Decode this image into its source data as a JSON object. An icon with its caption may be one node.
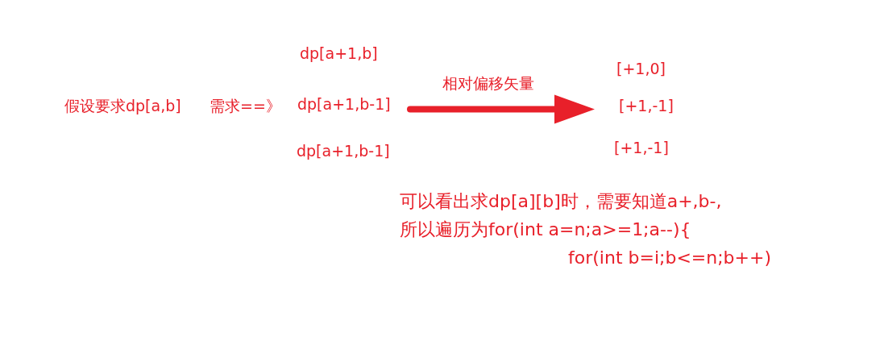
{
  "diagram": {
    "nodes": [
      {
        "text": [
          "dp[a+1,b]"
        ]
      },
      {
        "text": [
          "dp[a+1,b-1]"
        ]
      },
      {
        "text": [
          "dp[a+1,b-1]"
        ]
      },
      {
        "text": [
          "[+1,0]"
        ]
      },
      {
        "text": [
          "[+1,-1]"
        ]
      },
      {
        "text": [
          "[+1,-1]"
        ]
      }
    ],
    "edges": [
      {
        "from": 1,
        "to": 4,
        "arrow": "to",
        "label": "相对偏移矢量"
      }
    ],
    "labels": [
      "假设要求dp[a,b]",
      "需求==》",
      "可以看出求dp[a][b]时，需要知道a+,b-,",
      "所以遍历为for(int a=n;a>=1;a--){",
      "for(int b=i;b<=n;b++)"
    ]
  }
}
